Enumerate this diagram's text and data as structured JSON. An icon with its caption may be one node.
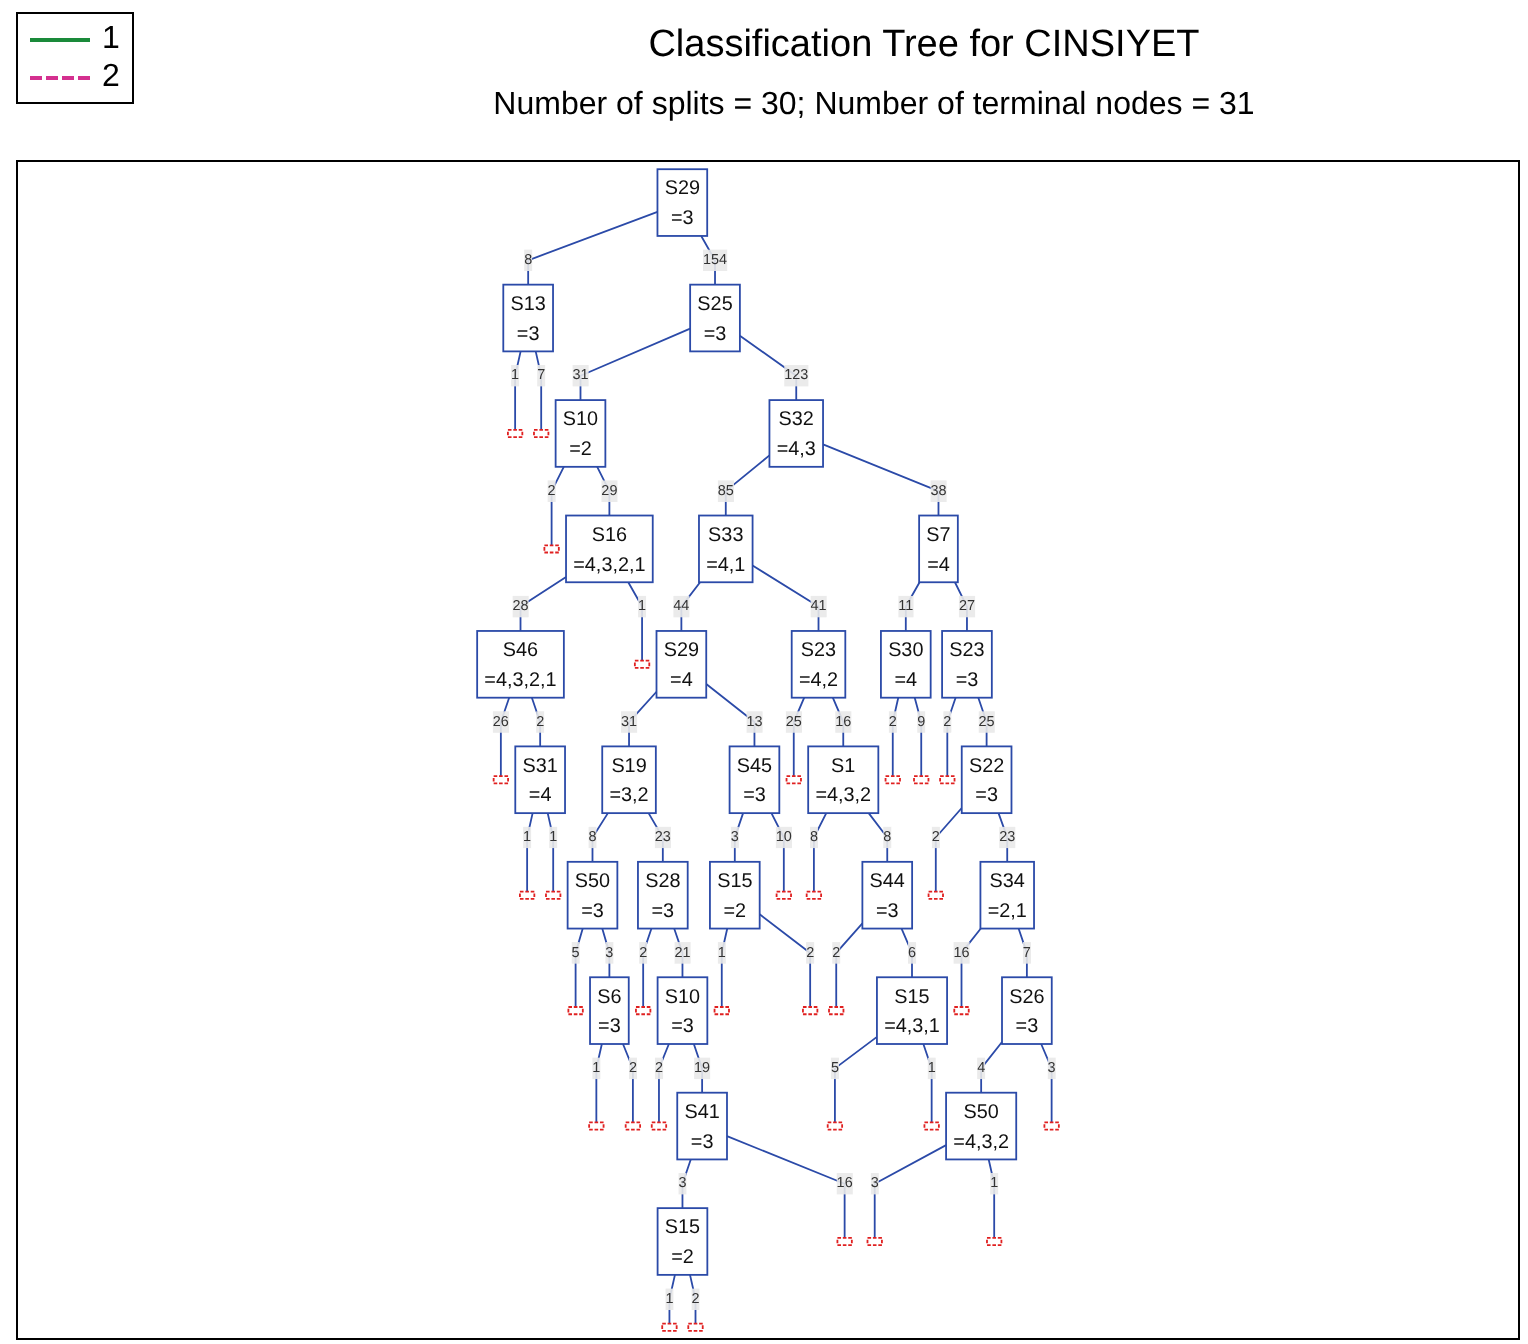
{
  "diagram": {
    "title": "Classification Tree for CINSIYET",
    "nodes": [
      {
        "text": [
          "S29",
          "=3"
        ]
      },
      {
        "text": [
          "S13",
          "=3"
        ]
      },
      {
        "text": [],
        "shape": "box"
      },
      {
        "text": [],
        "shape": "box"
      },
      {
        "text": [
          "S25",
          "=3"
        ]
      },
      {
        "text": [
          "S10",
          "=2"
        ]
      },
      {
        "text": [],
        "shape": "box"
      },
      {
        "text": [
          "S16",
          "=4,3,2,1"
        ]
      },
      {
        "text": [
          "S46",
          "=4,3,2,1"
        ]
      },
      {
        "text": [],
        "shape": "box"
      },
      {
        "text": [
          "S31",
          "=4"
        ]
      },
      {
        "text": [],
        "shape": "box"
      },
      {
        "text": [],
        "shape": "box"
      },
      {
        "text": [],
        "shape": "box"
      },
      {
        "text": [
          "S32",
          "=4,3"
        ]
      },
      {
        "text": [
          "S33",
          "=4,1"
        ]
      },
      {
        "text": [
          "S29",
          "=4"
        ]
      },
      {
        "text": [
          "S19",
          "=3,2"
        ]
      },
      {
        "text": [
          "S50",
          "=3"
        ]
      },
      {
        "text": [],
        "shape": "box"
      },
      {
        "text": [
          "S6",
          "=3"
        ]
      },
      {
        "text": [],
        "shape": "box"
      },
      {
        "text": [],
        "shape": "box"
      },
      {
        "text": [
          "S28",
          "=3"
        ]
      },
      {
        "text": [],
        "shape": "box"
      },
      {
        "text": [
          "S10",
          "=3"
        ]
      },
      {
        "text": [],
        "shape": "box"
      },
      {
        "text": [
          "S41",
          "=3"
        ]
      },
      {
        "text": [
          "S15",
          "=2"
        ]
      },
      {
        "text": [],
        "shape": "box"
      },
      {
        "text": [],
        "shape": "box"
      },
      {
        "text": [],
        "shape": "box"
      },
      {
        "text": [
          "S45",
          "=3"
        ]
      },
      {
        "text": [
          "S15",
          "=2"
        ]
      },
      {
        "text": [],
        "shape": "box"
      },
      {
        "text": [],
        "shape": "box"
      },
      {
        "text": [],
        "shape": "box"
      },
      {
        "text": [
          "S23",
          "=4,2"
        ]
      },
      {
        "text": [],
        "shape": "box"
      },
      {
        "text": [
          "S1",
          "=4,3,2"
        ]
      },
      {
        "text": [],
        "shape": "box"
      },
      {
        "text": [
          "S44",
          "=3"
        ]
      },
      {
        "text": [],
        "shape": "box"
      },
      {
        "text": [
          "S15",
          "=4,3,1"
        ]
      },
      {
        "text": [],
        "shape": "box"
      },
      {
        "text": [],
        "shape": "box"
      },
      {
        "text": [
          "S7",
          "=4"
        ]
      },
      {
        "text": [
          "S30",
          "=4"
        ]
      },
      {
        "text": [],
        "shape": "box"
      },
      {
        "text": [],
        "shape": "box"
      },
      {
        "text": [
          "S23",
          "=3"
        ]
      },
      {
        "text": [],
        "shape": "box"
      },
      {
        "text": [
          "S22",
          "=3"
        ]
      },
      {
        "text": [],
        "shape": "box"
      },
      {
        "text": [
          "S34",
          "=2,1"
        ]
      },
      {
        "text": [],
        "shape": "box"
      },
      {
        "text": [
          "S26",
          "=3"
        ]
      },
      {
        "text": [
          "S50",
          "=4,3,2"
        ]
      },
      {
        "text": [],
        "shape": "box"
      },
      {
        "text": [],
        "shape": "box"
      },
      {
        "text": [],
        "shape": "box"
      }
    ],
    "edges": [
      {
        "from": 0,
        "to": 1,
        "arrow": "none",
        "label": "8"
      },
      {
        "from": 0,
        "to": 4,
        "arrow": "none",
        "label": "154"
      },
      {
        "from": 1,
        "to": 2,
        "arrow": "none",
        "label": "1"
      },
      {
        "from": 1,
        "to": 3,
        "arrow": "none",
        "label": "7"
      },
      {
        "from": 4,
        "to": 5,
        "arrow": "none",
        "label": "31"
      },
      {
        "from": 4,
        "to": 14,
        "arrow": "none",
        "label": "123"
      },
      {
        "from": 5,
        "to": 6,
        "arrow": "none",
        "label": "2"
      },
      {
        "from": 5,
        "to": 7,
        "arrow": "none",
        "label": "29"
      },
      {
        "from": 7,
        "to": 8,
        "arrow": "none",
        "label": "28"
      },
      {
        "from": 7,
        "to": 13,
        "arrow": "none",
        "label": "1"
      },
      {
        "from": 8,
        "to": 9,
        "arrow": "none",
        "label": "26"
      },
      {
        "from": 8,
        "to": 10,
        "arrow": "none",
        "label": "2"
      },
      {
        "from": 10,
        "to": 11,
        "arrow": "none",
        "label": "1"
      },
      {
        "from": 10,
        "to": 12,
        "arrow": "none",
        "label": "1"
      },
      {
        "from": 14,
        "to": 15,
        "arrow": "none",
        "label": "85"
      },
      {
        "from": 14,
        "to": 46,
        "arrow": "none",
        "label": "38"
      },
      {
        "from": 15,
        "to": 16,
        "arrow": "none",
        "label": "44"
      },
      {
        "from": 15,
        "to": 37,
        "arrow": "none",
        "label": "41"
      },
      {
        "from": 16,
        "to": 17,
        "arrow": "none",
        "label": "31"
      },
      {
        "from": 16,
        "to": 32,
        "arrow": "none",
        "label": "13"
      },
      {
        "from": 17,
        "to": 18,
        "arrow": "none",
        "label": "8"
      },
      {
        "from": 17,
        "to": 23,
        "arrow": "none",
        "label": "23"
      },
      {
        "from": 18,
        "to": 19,
        "arrow": "none",
        "label": "5"
      },
      {
        "from": 18,
        "to": 20,
        "arrow": "none",
        "label": "3"
      },
      {
        "from": 20,
        "to": 21,
        "arrow": "none",
        "label": "1"
      },
      {
        "from": 20,
        "to": 22,
        "arrow": "none",
        "label": "2"
      },
      {
        "from": 23,
        "to": 24,
        "arrow": "none",
        "label": "2"
      },
      {
        "from": 23,
        "to": 25,
        "arrow": "none",
        "label": "21"
      },
      {
        "from": 25,
        "to": 26,
        "arrow": "none",
        "label": "2"
      },
      {
        "from": 25,
        "to": 27,
        "arrow": "none",
        "label": "19"
      },
      {
        "from": 27,
        "to": 28,
        "arrow": "none",
        "label": "3"
      },
      {
        "from": 27,
        "to": 31,
        "arrow": "none",
        "label": "16"
      },
      {
        "from": 28,
        "to": 29,
        "arrow": "none",
        "label": "1"
      },
      {
        "from": 28,
        "to": 30,
        "arrow": "none",
        "label": "2"
      },
      {
        "from": 32,
        "to": 33,
        "arrow": "none",
        "label": "3"
      },
      {
        "from": 32,
        "to": 36,
        "arrow": "none",
        "label": "10"
      },
      {
        "from": 33,
        "to": 34,
        "arrow": "none",
        "label": "1"
      },
      {
        "from": 33,
        "to": 35,
        "arrow": "none",
        "label": "2"
      },
      {
        "from": 37,
        "to": 38,
        "arrow": "none",
        "label": "25"
      },
      {
        "from": 37,
        "to": 39,
        "arrow": "none",
        "label": "16"
      },
      {
        "from": 39,
        "to": 40,
        "arrow": "none",
        "label": "8"
      },
      {
        "from": 39,
        "to": 41,
        "arrow": "none",
        "label": "8"
      },
      {
        "from": 41,
        "to": 42,
        "arrow": "none",
        "label": "2"
      },
      {
        "from": 41,
        "to": 43,
        "arrow": "none",
        "label": "6"
      },
      {
        "from": 43,
        "to": 44,
        "arrow": "none",
        "label": "5"
      },
      {
        "from": 43,
        "to": 45,
        "arrow": "none",
        "label": "1"
      },
      {
        "from": 46,
        "to": 47,
        "arrow": "none",
        "label": "11"
      },
      {
        "from": 46,
        "to": 50,
        "arrow": "none",
        "label": "27"
      },
      {
        "from": 47,
        "to": 48,
        "arrow": "none",
        "label": "2"
      },
      {
        "from": 47,
        "to": 49,
        "arrow": "none",
        "label": "9"
      },
      {
        "from": 50,
        "to": 51,
        "arrow": "none",
        "label": "2"
      },
      {
        "from": 50,
        "to": 52,
        "arrow": "none",
        "label": "25"
      },
      {
        "from": 52,
        "to": 53,
        "arrow": "none",
        "label": "2"
      },
      {
        "from": 52,
        "to": 54,
        "arrow": "none",
        "label": "23"
      },
      {
        "from": 54,
        "to": 55,
        "arrow": "none",
        "label": "16"
      },
      {
        "from": 54,
        "to": 56,
        "arrow": "none",
        "label": "7"
      },
      {
        "from": 56,
        "to": 57,
        "arrow": "none",
        "label": "4"
      },
      {
        "from": 56,
        "to": 60,
        "arrow": "none",
        "label": "3"
      },
      {
        "from": 57,
        "to": 58,
        "arrow": "none",
        "label": "3"
      },
      {
        "from": 57,
        "to": 59,
        "arrow": "none",
        "label": "1"
      }
    ],
    "labels": [
      "Number of splits = 30; Number of terminal nodes = 31"
    ],
    "legend": [
      {
        "text": "1"
      },
      {
        "text": "2"
      }
    ]
  }
}
